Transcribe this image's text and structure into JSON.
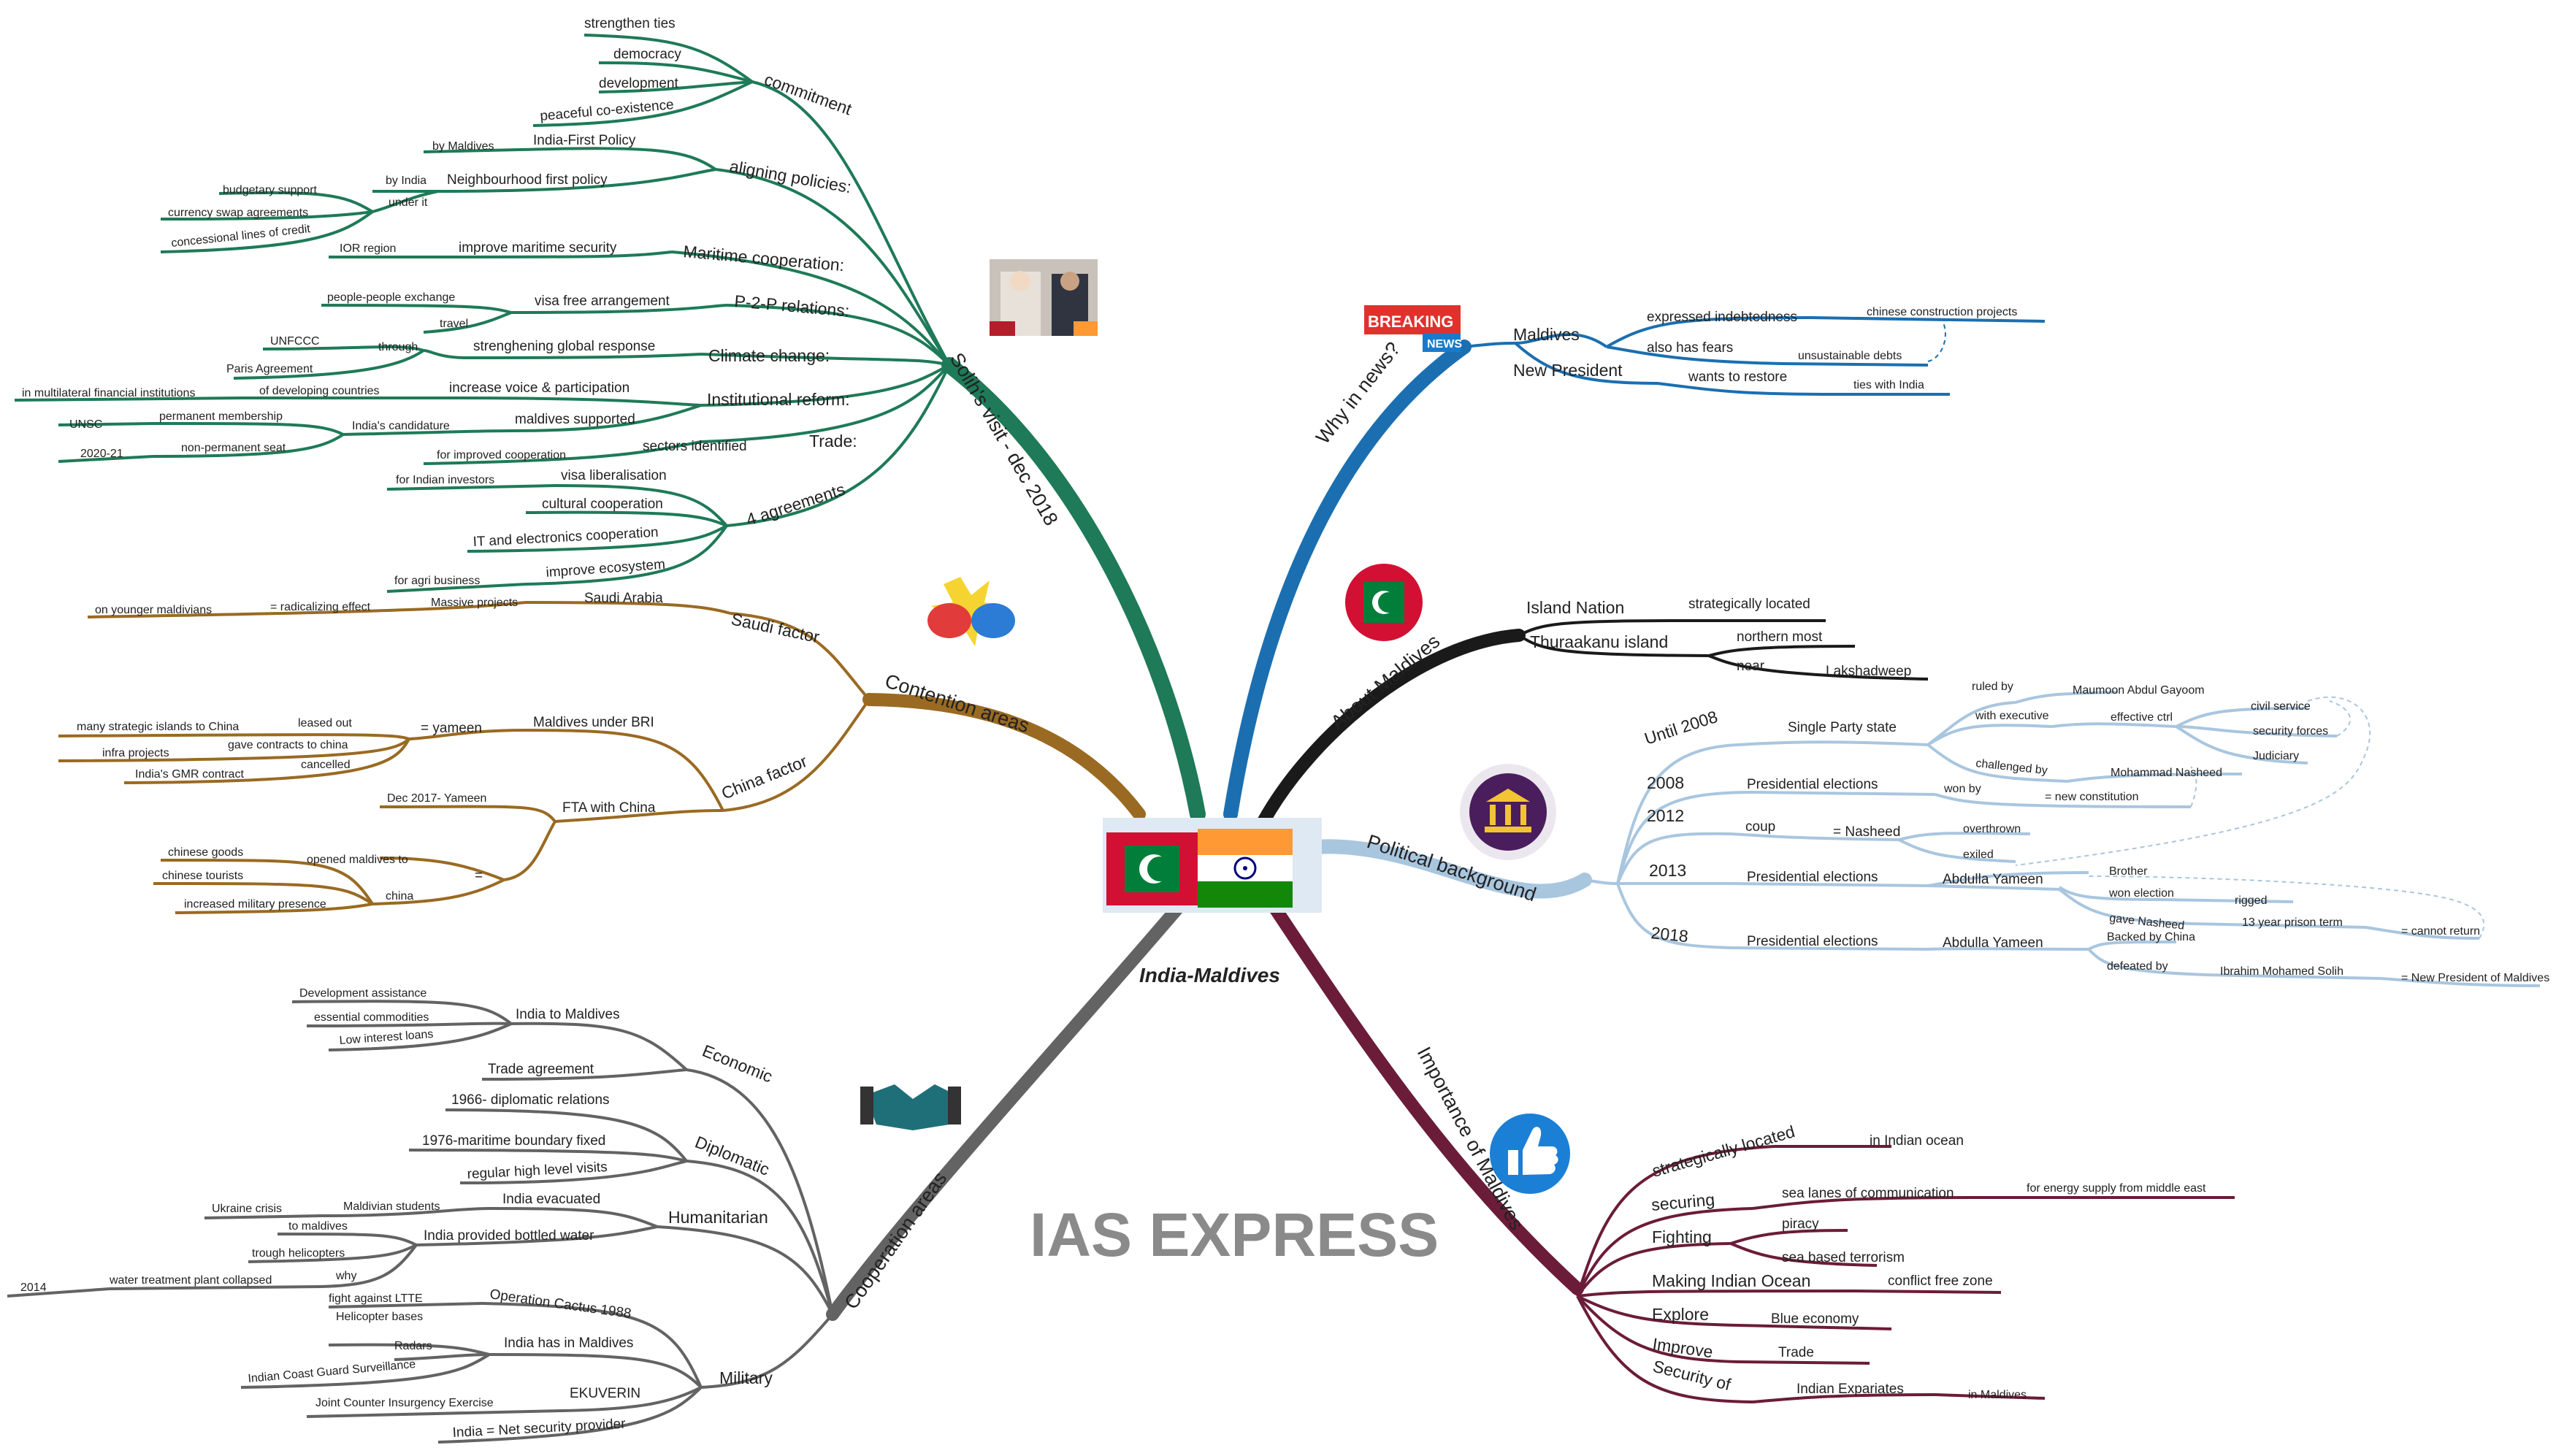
{
  "center": {
    "label": "India-Maldives"
  },
  "watermark": "IAS EXPRESS",
  "icons": {
    "solih": "photo-icon",
    "why": "breaking-news-icon",
    "maldives_flag": "maldives-flag-icon",
    "political": "government-building-icon",
    "importance": "thumbs-up-icon",
    "cooperation": "handshake-icon",
    "contention": "boxing-gloves-icon"
  },
  "colors": {
    "solih": "#1e7a58",
    "why": "#1b6fb0",
    "about": "#1a1a1a",
    "political": "#a9c6df",
    "importance": "#6b1c38",
    "cooperation": "#636363",
    "contention": "#9a6a22"
  },
  "solih": {
    "title": "Solih's visit - dec 2018",
    "commitment": {
      "label": "commitment",
      "items": [
        "strengthen ties",
        "democracy",
        "development",
        "peaceful co-existence"
      ]
    },
    "aligning": {
      "label": "aligning policies:",
      "india_first": "India-First Policy",
      "by_maldives": "by Maldives",
      "neighbourhood": "Neighbourhood first policy",
      "by_india": "by India",
      "under_it": "under it",
      "budgetary": "budgetary support",
      "currency": "currency swap agreements",
      "concessional": "concessional lines of credit"
    },
    "maritime": {
      "label": "Maritime cooperation:",
      "item": "improve maritime security",
      "region": "IOR region"
    },
    "p2p": {
      "label": "P-2-P relations:",
      "item": "visa free arrangement",
      "people": "people-people exchange",
      "travel": "travel"
    },
    "climate": {
      "label": "Climate change:",
      "item": "strenghening global response",
      "through": "through",
      "unfccc": "UNFCCC",
      "paris": "Paris Agreement"
    },
    "institutional": {
      "label": "Institutional reform:",
      "item": "increase voice & participation",
      "of_dev": "of developing countries",
      "multilateral": "in multilateral financial institutions"
    },
    "unsc": {
      "supported": "maldives supported",
      "candidature": "India's candidature",
      "unsc": "UNSC",
      "permanent": "permanent membership",
      "nonpermanent": "non-permanent seat",
      "years": "2020-21"
    },
    "trade": {
      "label": "Trade:",
      "sectors": "sectors identified",
      "improved": "for improved cooperation"
    },
    "agreements": {
      "label": "4 agreements",
      "visa": "visa liberalisation",
      "visa_for": "for Indian investors",
      "cultural": "cultural cooperation",
      "it": "IT and electronics cooperation",
      "eco": "improve ecosystem",
      "eco_for": "for agri business"
    }
  },
  "contention": {
    "title": "Contention areas",
    "saudi": {
      "label": "Saudi factor",
      "sa": "Saudi Arabia",
      "massive": "Massive projects",
      "radical": "= radicalizing effect",
      "younger": "on younger maldivians"
    },
    "china": {
      "label": "China factor",
      "bri": "Maldives under BRI",
      "yameen": "= yameen",
      "leased": "leased out",
      "many": "many strategic islands to China",
      "gave": "gave contracts to china",
      "infra": "infra projects",
      "cancelled": "cancelled",
      "gmr": "India's GMR contract",
      "fta": "FTA with China",
      "dec": "Dec 2017- Yameen",
      "eq": "=",
      "opened": "opened maldives to",
      "china_word": "china",
      "goods": "chinese goods",
      "tourists": "chinese tourists",
      "military": "increased military presence"
    }
  },
  "cooperation": {
    "title": "Cooperation areas",
    "economic": {
      "label": "Economic",
      "india_to": "India to Maldives",
      "dev": "Development assistance",
      "essential": "essential commodities",
      "low": "Low interest loans",
      "trade": "Trade agreement"
    },
    "diplomatic": {
      "label": "Diplomatic",
      "d1966": "1966- diplomatic relations",
      "d1976": "1976-maritime boundary fixed",
      "regular": "regular high level visits"
    },
    "humanitarian": {
      "label": "Humanitarian",
      "evac": "India evacuated",
      "students": "Maldivian students",
      "ukraine": "Ukraine crisis",
      "bottled": "India provided bottled water",
      "to_mal": "to maldives",
      "heli": "trough helicopters",
      "why": "why",
      "plant": "water treatment plant collapsed",
      "y2014": "2014"
    },
    "military": {
      "label": "Military",
      "cactus": "Operation Cactus 1988",
      "ltte": "fight against LTTE",
      "has": "India has in Maldives",
      "heli_bases": "Helicopter bases",
      "radars": "Radars",
      "coast": "Indian Coast Guard Surveillance",
      "ekuverin": "EKUVERIN",
      "joint": "Joint Counter Insurgency Exercise",
      "net": "India = Net security provider"
    }
  },
  "why": {
    "title": "Why in news?",
    "maldives": "Maldives",
    "expressed": "expressed indebtedness",
    "chinese": "chinese construction projects",
    "fears": "also has fears",
    "unsustainable": "unsustainable debts",
    "new_pres": "New President",
    "restore": "wants to restore",
    "ties": "ties with India"
  },
  "about": {
    "title": "About Maldives",
    "island": "Island Nation",
    "strategic": "strategically located",
    "thuraakanu": "Thuraakanu island",
    "northern": "northern most",
    "near": "near",
    "lakshadweep": "Lakshadweep"
  },
  "political": {
    "title": "Political background",
    "until2008": "Until 2008",
    "single": "Single Party state",
    "ruled_by": "ruled by",
    "gayoom": "Maumoon Abdul Gayoom",
    "with_exec": "with executive",
    "effective": "effective ctrl",
    "civil": "civil service",
    "security": "security forces",
    "judiciary": "Judiciary",
    "challenged": "challenged by",
    "nasheed_full": "Mohammad Nasheed",
    "y2008": "2008",
    "pres_elec": "Presidential elections",
    "won_by": "won by",
    "new_const": "= new constitution",
    "y2012": "2012",
    "coup": "coup",
    "eq_nasheed": "= Nasheed",
    "overthrown": "overthrown",
    "exiled": "exiled",
    "y2013": "2013",
    "yameen": "Abdulla Yameen",
    "brother": "Brother",
    "won_elec": "won election",
    "rigged": "rigged",
    "gave_nasheed": "gave Nasheed",
    "prison": "13 year prison term",
    "cannot": "= cannot return",
    "y2018": "2018",
    "backed": "Backed by China",
    "defeated": "defeated by",
    "solih": "Ibrahim Mohamed Solih",
    "new_pres": "= New President of Maldives"
  },
  "importance": {
    "title": "Importance of Maldives",
    "strat": "strategically located",
    "in_ocean": "in Indian ocean",
    "securing": "securing",
    "sea_lanes": "sea lanes of communication",
    "energy": "for energy supply from middle east",
    "fighting": "Fighting",
    "piracy": "piracy",
    "terrorism": "sea based terrorism",
    "making": "Making Indian Ocean",
    "conflict": "conflict free zone",
    "explore": "Explore",
    "blue": "Blue economy",
    "improve": "Improve",
    "trade": "Trade",
    "security_of": "Security of",
    "expat": "Indian Expariates",
    "in_mal": "in Maldives"
  }
}
